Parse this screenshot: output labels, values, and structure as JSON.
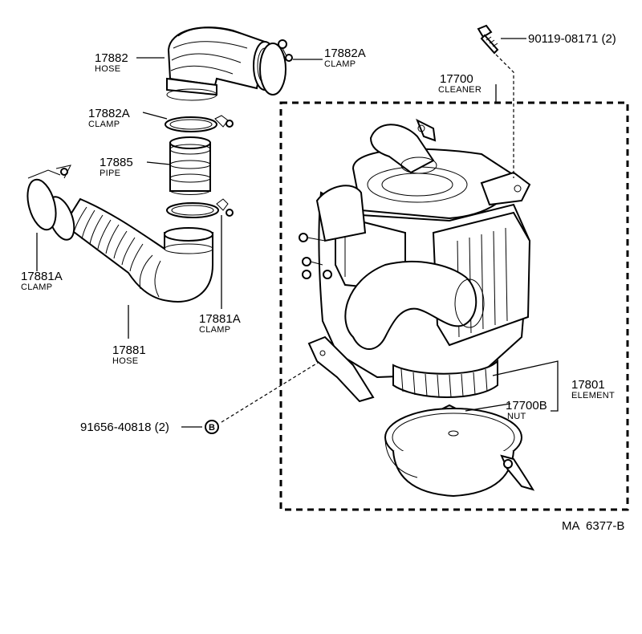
{
  "drawing_code": "MA  6377-B",
  "fastener_tag": "B",
  "parts": {
    "hose_upper": {
      "number": "17882",
      "name": "HOSE"
    },
    "clamp_upper_right": {
      "number": "17882A",
      "name": "CLAMP"
    },
    "clamp_upper_left": {
      "number": "17882A",
      "name": "CLAMP"
    },
    "pipe": {
      "number": "17885",
      "name": "PIPE"
    },
    "clamp_lower_left": {
      "number": "17881A",
      "name": "CLAMP"
    },
    "clamp_lower_right": {
      "number": "17881A",
      "name": "CLAMP"
    },
    "hose_lower": {
      "number": "17881",
      "name": "HOSE"
    },
    "cleaner": {
      "number": "17700",
      "name": "CLEANER"
    },
    "element": {
      "number": "17801",
      "name": "ELEMENT"
    },
    "nut": {
      "number": "17700B",
      "name": "NUT"
    },
    "bolt_top": {
      "number": "90119-08171 (2)"
    },
    "bolt_left": {
      "number": "91656-40818 (2)"
    }
  }
}
